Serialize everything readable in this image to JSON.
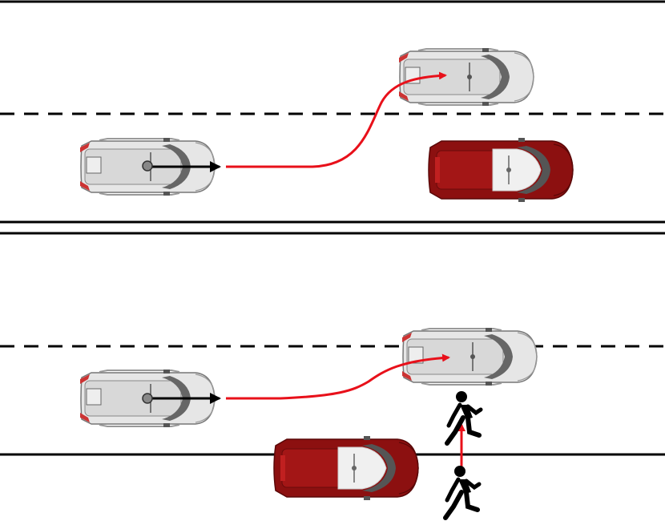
{
  "colors": {
    "background": "#ffffff",
    "road_line": "#000000",
    "trajectory": "#e8101a",
    "ego_arrow": "#000000",
    "car_body_gray": "#e6e6e6",
    "car_body_red": "#8c1010",
    "pedestrian": "#000000"
  },
  "icons": {
    "car": "car-top-view-icon",
    "pedestrian": "walking-person-icon"
  },
  "panels": [
    {
      "name": "scenario-top",
      "vehicles": [
        {
          "role": "ego",
          "color": "gray"
        },
        {
          "role": "target-lane-change",
          "color": "gray"
        },
        {
          "role": "parked-obstacle",
          "color": "red"
        }
      ],
      "pedestrians": []
    },
    {
      "name": "scenario-bottom",
      "vehicles": [
        {
          "role": "ego",
          "color": "gray"
        },
        {
          "role": "target-lane-change",
          "color": "gray"
        },
        {
          "role": "parked-obstacle",
          "color": "red"
        }
      ],
      "pedestrians": [
        {
          "role": "pedestrian-crossing-start"
        },
        {
          "role": "pedestrian-crossing-end"
        }
      ]
    }
  ]
}
